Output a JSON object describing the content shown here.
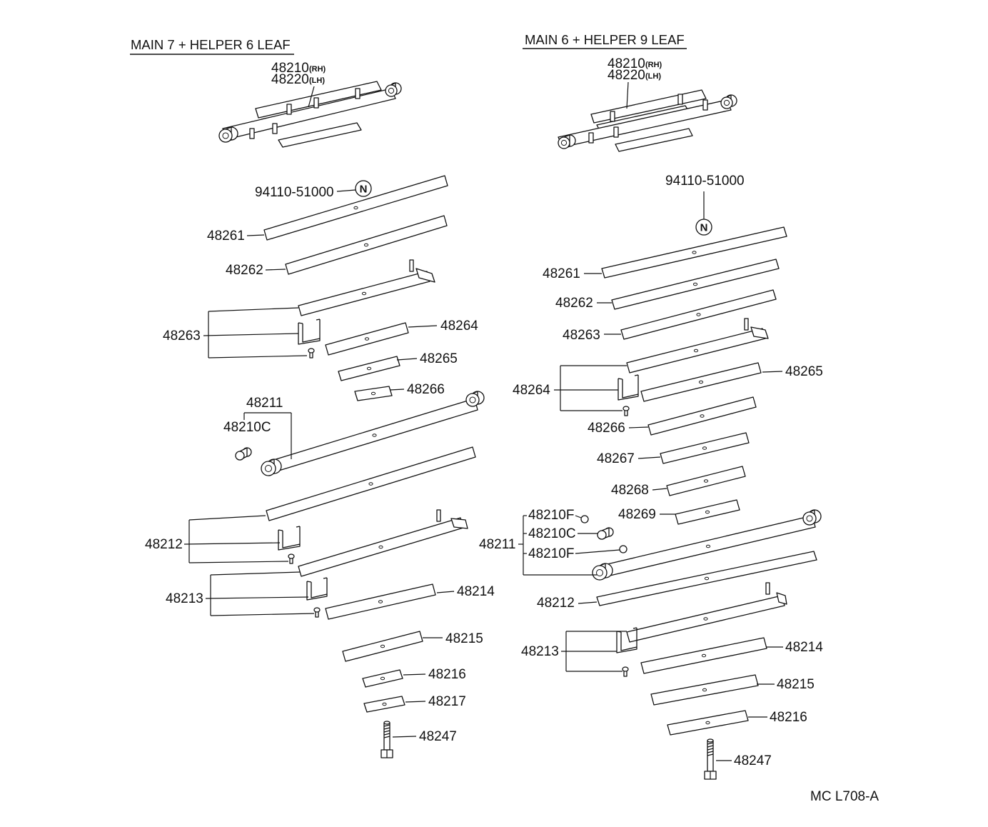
{
  "left": {
    "title": "MAIN 7 + HELPER 6 LEAF",
    "assembly": {
      "rh_part": "48210",
      "rh_tag": "(RH)",
      "lh_part": "48220",
      "lh_tag": "(LH)"
    },
    "rivet": {
      "part": "94110-51000",
      "mark": "N"
    },
    "parts": [
      "48261",
      "48262",
      "48263",
      "48264",
      "48265",
      "48266",
      "48211",
      "48210C",
      "48212",
      "48213",
      "48214",
      "48215",
      "48216",
      "48217",
      "48247"
    ]
  },
  "right": {
    "title": "MAIN 6 + HELPER 9 LEAF",
    "assembly": {
      "rh_part": "48210",
      "rh_tag": "(RH)",
      "lh_part": "48220",
      "lh_tag": "(LH)"
    },
    "rivet": {
      "part": "94110-51000",
      "mark": "N"
    },
    "parts": [
      "48261",
      "48262",
      "48263",
      "48264",
      "48265",
      "48266",
      "48267",
      "48268",
      "48269",
      "48211",
      "48210F",
      "48210C",
      "48210F",
      "48212",
      "48213",
      "48214",
      "48215",
      "48216",
      "48247"
    ]
  },
  "diagram_code": "MC L708-A"
}
